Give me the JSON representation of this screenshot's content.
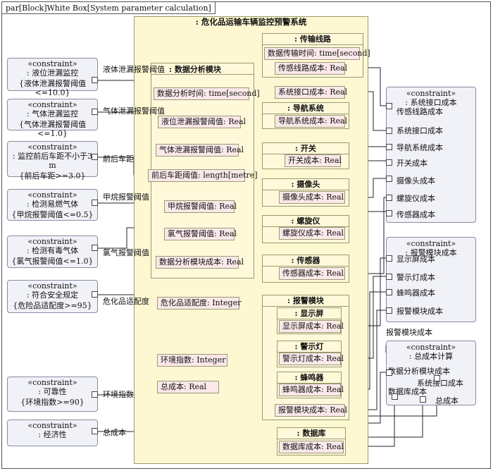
{
  "frame": {
    "title": "par[Block]White Box[System parameter calculation]"
  },
  "main_block": {
    "title": ": 危化品运输车辆监控预警系统"
  },
  "data_module": {
    "title": ": 数据分析模块",
    "values": {
      "time": "数据分析时间: time[second]",
      "liquid": "液位泄漏报警阈值: Real",
      "gas": "气体泄漏报警阈值: Real",
      "distance": "前后车距阈值: length[metre]",
      "methane": "甲烷报警阈值: Real",
      "chlorine": "氯气报警阈值: Real",
      "cost": "数据分析模块成本: Real"
    }
  },
  "adaptability": "危化品适配度: Integer",
  "env_index": "环境指数: Integer",
  "total_cost": "总成本: Real",
  "transmission": {
    "title": ": 传输线路",
    "time": "数据传输时间: time[second]",
    "cost": "传感线路成本: Real"
  },
  "iface_cost": "系统接口成本: Real",
  "navigation": {
    "title": ": 导航系统",
    "cost": "导航系统成本: Real"
  },
  "switch": {
    "title": ": 开关",
    "cost": "开关成本: Real"
  },
  "camera": {
    "title": ": 摄像头",
    "cost": "摄像头成本: Real"
  },
  "gyro": {
    "title": ": 螺旋仪",
    "cost": "螺旋仪成本: Real"
  },
  "sensor": {
    "title": ": 传感器",
    "cost": "传感器成本: Real"
  },
  "alarm": {
    "title": ": 报警模块",
    "display": {
      "title": ": 显示屏",
      "cost": "显示屏成本: Real"
    },
    "light": {
      "title": ": 警示灯",
      "cost": "警示灯成本: Real"
    },
    "buzzer": {
      "title": ": 蜂鸣器",
      "cost": "蜂鸣器成本: Real"
    },
    "cost": "报警模块成本: Real"
  },
  "database": {
    "title": ": 数据库",
    "cost": "数据库成本: Real"
  },
  "left_constraints": [
    {
      "stereo": "«constraint»",
      "name": ": 液位泄漏监控",
      "expr": "{液体泄漏报警阈值<=10.0}"
    },
    {
      "stereo": "«constraint»",
      "name": ": 气体泄漏监控",
      "expr": "{气体泄漏报警阈值<=1.0}"
    },
    {
      "stereo": "«constraint»",
      "name": ": 监控前后车距不小于3 m",
      "expr": "{前后车距>=3.0}"
    },
    {
      "stereo": "«constraint»",
      "name": ": 检测易燃气体",
      "expr": "{甲烷报警阈值<=0.5}"
    },
    {
      "stereo": "«constraint»",
      "name": ": 检测有毒气体",
      "expr": "{氯气报警阈值<=1.0}"
    },
    {
      "stereo": "«constraint»",
      "name": ": 符合安全规定",
      "expr": "{危险品适配度>=95}"
    },
    {
      "stereo": "«constraint»",
      "name": ": 可靠性",
      "expr": "{环境指数>=90}"
    },
    {
      "stereo": "«constraint»",
      "name": ": 经济性",
      "expr": ""
    }
  ],
  "left_labels": [
    "液体泄漏报警阈值",
    "气体泄漏报警阈值",
    "前后车距",
    "甲烷报警阈值",
    "氯气报警阈值",
    "危化品适配度",
    "环境指数",
    "总成本"
  ],
  "iface_constraint": {
    "stereo": "«constraint»",
    "name": ": 系统接口成本",
    "params": [
      "传感线路成本",
      "系统接口成本",
      "导航系统成本",
      "开关成本",
      "摄像头成本",
      "螺旋仪成本",
      "传感器成本"
    ]
  },
  "alarm_constraint": {
    "stereo": "«constraint»",
    "name": ": 报警模块成本",
    "params": [
      "显示屏成本",
      "警示灯成本",
      "蜂鸣器成本",
      "报警模块成本"
    ]
  },
  "alarm_cost_label": "报警模块成本",
  "total_constraint": {
    "stereo": "«constraint»",
    "name": ": 总成本计算",
    "params": [
      "数据分析模块成本",
      "系统接口成本",
      "数据库成本",
      "总成本"
    ]
  }
}
